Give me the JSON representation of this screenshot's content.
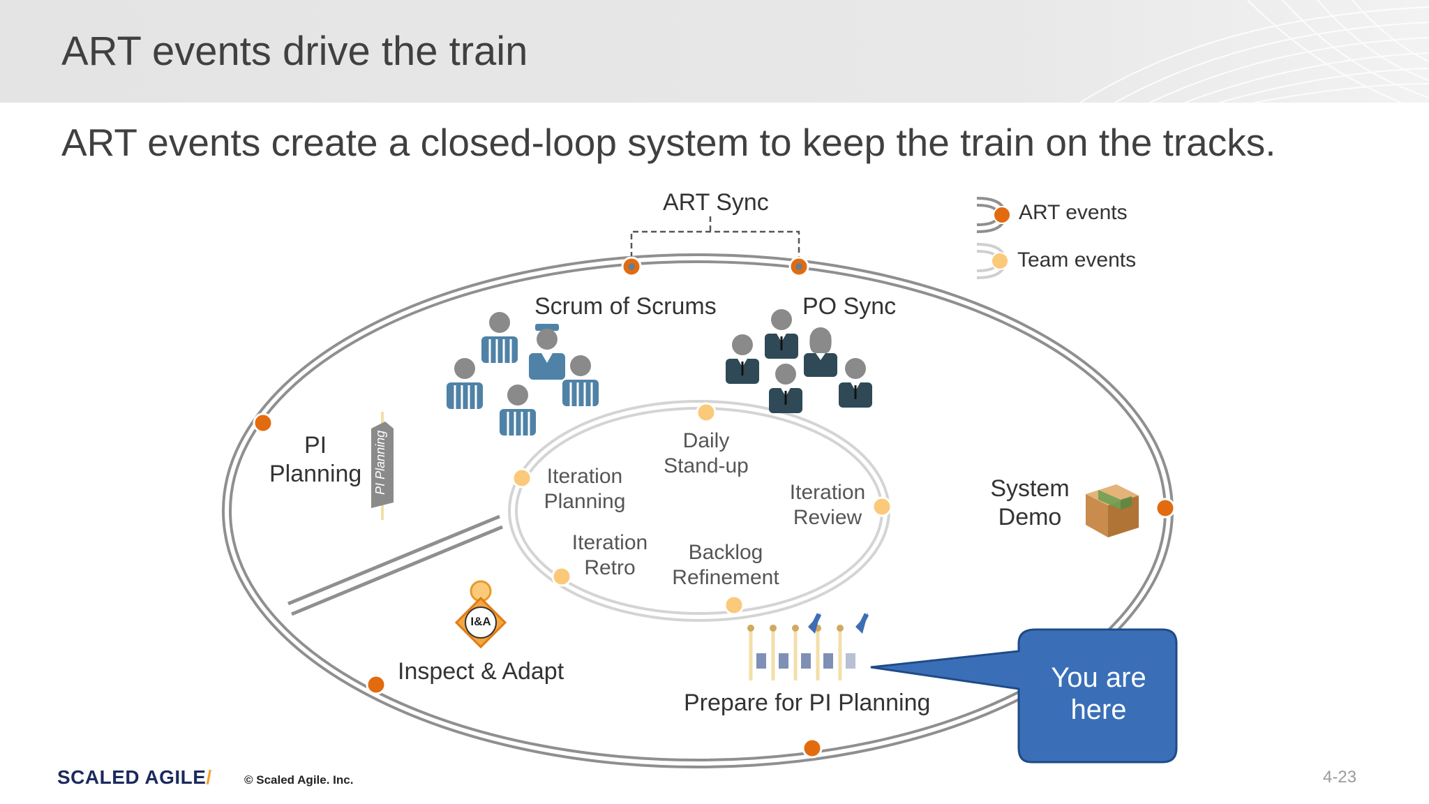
{
  "slide": {
    "title": "ART events drive the train",
    "subtitle": "ART events create a closed-loop system to keep the train on the tracks."
  },
  "legend": {
    "art_events": "ART events",
    "team_events": "Team events"
  },
  "art_events": {
    "art_sync": "ART Sync",
    "scrum_of_scrums": "Scrum of Scrums",
    "po_sync": "PO Sync",
    "pi_planning_line1": "PI",
    "pi_planning_line2": "Planning",
    "pi_planning_sign": "PI Planning",
    "system_demo_line1": "System",
    "system_demo_line2": "Demo",
    "inspect_adapt": "Inspect & Adapt",
    "inspect_adapt_badge": "I&A",
    "prepare_pi_planning": "Prepare for PI Planning"
  },
  "team_events": {
    "daily_standup_line1": "Daily",
    "daily_standup_line2": "Stand-up",
    "iteration_planning_line1": "Iteration",
    "iteration_planning_line2": "Planning",
    "iteration_review_line1": "Iteration",
    "iteration_review_line2": "Review",
    "iteration_retro_line1": "Iteration",
    "iteration_retro_line2": "Retro",
    "backlog_refinement_line1": "Backlog",
    "backlog_refinement_line2": "Refinement"
  },
  "callout": {
    "line1": "You are",
    "line2": "here"
  },
  "footer": {
    "logo": "SCALED AGILE",
    "copyright": "© Scaled Agile. Inc.",
    "page_number": "4-23"
  },
  "colors": {
    "art_event_dot": "#e26b10",
    "team_event_dot": "#fbc97a",
    "track": "#8f8f8f",
    "callout_fill": "#3a6fb8",
    "callout_border": "#1f4b86",
    "people_suit": "#2f4a56",
    "people_stripe": "#4f82a6",
    "arrow": "#3d6eb4"
  }
}
